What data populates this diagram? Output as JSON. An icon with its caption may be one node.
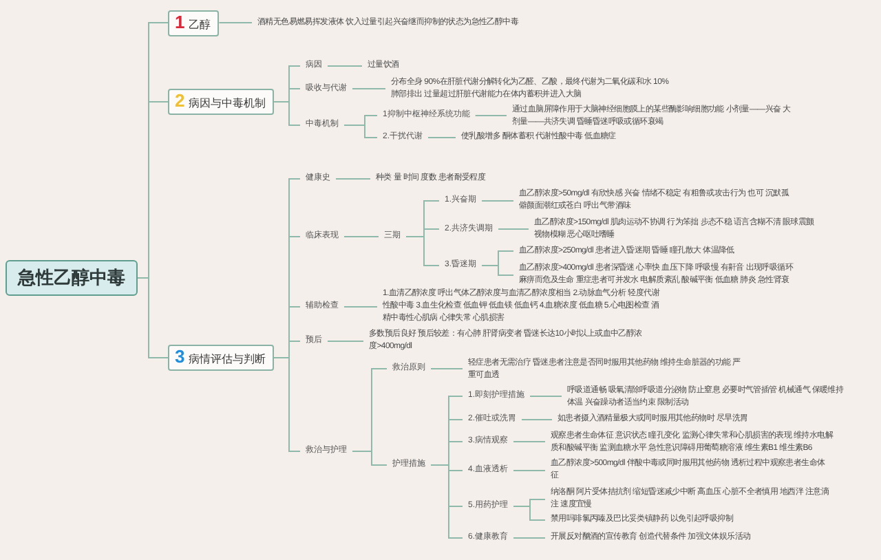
{
  "diagram": {
    "nodes": [
      {
        "text": [
          "急性乙醇中毒"
        ]
      },
      {
        "text": [
          "1",
          "乙醇"
        ]
      },
      {
        "text": [
          "酒精无色易燃易挥发液体 饮入过量引起兴奋继而抑制的状态为急性乙醇中毒"
        ]
      },
      {
        "text": [
          "2",
          "病因与中毒机制"
        ]
      },
      {
        "text": [
          "病因"
        ]
      },
      {
        "text": [
          "过量饮酒"
        ]
      },
      {
        "text": [
          "吸收与代谢"
        ]
      },
      {
        "text": [
          "分布全身 90%在肝脏代谢分解转化为乙醛、乙酸，最终代谢为二氧化碳和水 10%肺部排出 过量超过肝脏代谢能力在体内蓄积并进入大脑"
        ]
      },
      {
        "text": [
          "中毒机制"
        ]
      },
      {
        "text": [
          "1抑制中枢神经系统功能"
        ]
      },
      {
        "text": [
          "通过血脑屏障作用于大脑神经细胞膜上的某些酶影响细胞功能 小剂量——兴奋 大剂量——共济失调 昏睡昏迷呼吸或循环衰竭"
        ]
      },
      {
        "text": [
          "2.干扰代谢"
        ]
      },
      {
        "text": [
          "使乳酸增多 酮体蓄积 代谢性酸中毒 低血糖症"
        ]
      },
      {
        "text": [
          "3",
          "病情评估与判断"
        ]
      },
      {
        "text": [
          "健康史"
        ]
      },
      {
        "text": [
          "种类 量 时间 度数 患者耐受程度"
        ]
      },
      {
        "text": [
          "临床表现"
        ]
      },
      {
        "text": [
          "三期"
        ]
      },
      {
        "text": [
          "1.兴奋期"
        ]
      },
      {
        "text": [
          "血乙醇浓度>50mg/dl 有欣快感 兴奋 情绪不稳定 有粗鲁或攻击行为 也可 沉默孤僻颜面潮红或苍白 呼出气带酒味"
        ]
      },
      {
        "text": [
          "2.共济失调期"
        ]
      },
      {
        "text": [
          "血乙醇浓度>150mg/dl 肌肉运动不协调 行为笨拙 步态不稳 语言含糊不清 眼球震颤视物模糊 恶心呕吐嗜睡"
        ]
      },
      {
        "text": [
          "3.昏迷期"
        ]
      },
      {
        "text": [
          "血乙醇浓度>250mg/dl 患者进入昏迷期 昏睡 瞳孔散大 体温降低"
        ]
      },
      {
        "text": [
          "血乙醇浓度>400mg/dl 患者深昏迷 心率快 血压下降 呼吸慢 有鼾音 出现呼吸循环麻痹而危及生命 重症患者可并发水 电解质紊乱 酸碱平衡 低血糖 肺炎 急性肾衰"
        ]
      },
      {
        "text": [
          "辅助检查"
        ]
      },
      {
        "text": [
          "1.血清乙醇浓度 呼出气体乙醇浓度与血清乙醇浓度相当 2.动脉血气分析 轻度代谢性酸中毒 3.血生化检查 低血钾 低血镁 低血钙 4.血糖浓度 低血糖 5.心电图检查 酒精中毒性心肌病 心律失常 心肌损害"
        ]
      },
      {
        "text": [
          "预后"
        ]
      },
      {
        "text": [
          "多数预后良好 预后较差：有心肺 肝肾病变者 昏迷长达10小时以上或血中乙醇浓度>400mg/dl"
        ]
      },
      {
        "text": [
          "救治与护理"
        ]
      },
      {
        "text": [
          "救治原则"
        ]
      },
      {
        "text": [
          "轻症患者无需治疗 昏迷患者注意是否同时服用其他药物 维持生命脏器的功能 严重可血透"
        ]
      },
      {
        "text": [
          "护理措施"
        ]
      },
      {
        "text": [
          "1.即刻护理措施"
        ]
      },
      {
        "text": [
          "呼吸道通畅 吸氧清除呼吸道分泌物 防止窒息 必要时气管插管 机械通气 保暖维持体温 兴奋躁动者适当约束 限制活动"
        ]
      },
      {
        "text": [
          "2.催吐或洗胃"
        ]
      },
      {
        "text": [
          "如患者摄入酒精量极大或同时服用其他药物时 尽早洗胃"
        ]
      },
      {
        "text": [
          "3.病情观察"
        ]
      },
      {
        "text": [
          "观察患者生命体征 意识状态 瞳孔变化 监测心律失常和心肌损害的表现 维持水电解质和酸碱平衡 监测血糖水平 急性意识障碍用葡萄糖溶液 维生素B1 维生素B6"
        ]
      },
      {
        "text": [
          "4.血液透析"
        ]
      },
      {
        "text": [
          "血乙醇浓度>500mg/dl 伴酸中毒或同时服用其他药物 透析过程中观察患者生命体征"
        ]
      },
      {
        "text": [
          "5.用药护理"
        ]
      },
      {
        "text": [
          "纳洛酮 阿片受体拮抗剂 缩短昏迷减少中断 高血压 心脏不全者慎用 地西泮 注意滴注 速度宜慢"
        ]
      },
      {
        "text": [
          "禁用吗啡氯丙嗪及巴比妥类镇静药 以免引起呼吸抑制"
        ]
      },
      {
        "text": [
          "6.健康教育"
        ]
      },
      {
        "text": [
          "开展反对酗酒的宣传教育 创造代替条件 加强文体娱乐活动"
        ]
      }
    ],
    "edges": [
      {
        "from": 0,
        "to": 1,
        "arrow": "none"
      },
      {
        "from": 0,
        "to": 3,
        "arrow": "none"
      },
      {
        "from": 0,
        "to": 13,
        "arrow": "none"
      },
      {
        "from": 1,
        "to": 2,
        "arrow": "none"
      },
      {
        "from": 3,
        "to": 4,
        "arrow": "none"
      },
      {
        "from": 3,
        "to": 6,
        "arrow": "none"
      },
      {
        "from": 3,
        "to": 8,
        "arrow": "none"
      },
      {
        "from": 4,
        "to": 5,
        "arrow": "none"
      },
      {
        "from": 6,
        "to": 7,
        "arrow": "none"
      },
      {
        "from": 8,
        "to": 9,
        "arrow": "none"
      },
      {
        "from": 8,
        "to": 11,
        "arrow": "none"
      },
      {
        "from": 9,
        "to": 10,
        "arrow": "none"
      },
      {
        "from": 11,
        "to": 12,
        "arrow": "none"
      },
      {
        "from": 13,
        "to": 14,
        "arrow": "none"
      },
      {
        "from": 13,
        "to": 16,
        "arrow": "none"
      },
      {
        "from": 13,
        "to": 25,
        "arrow": "none"
      },
      {
        "from": 13,
        "to": 27,
        "arrow": "none"
      },
      {
        "from": 13,
        "to": 29,
        "arrow": "none"
      },
      {
        "from": 14,
        "to": 15,
        "arrow": "none"
      },
      {
        "from": 16,
        "to": 17,
        "arrow": "none"
      },
      {
        "from": 17,
        "to": 18,
        "arrow": "none"
      },
      {
        "from": 17,
        "to": 20,
        "arrow": "none"
      },
      {
        "from": 17,
        "to": 22,
        "arrow": "none"
      },
      {
        "from": 18,
        "to": 19,
        "arrow": "none"
      },
      {
        "from": 20,
        "to": 21,
        "arrow": "none"
      },
      {
        "from": 22,
        "to": 23,
        "arrow": "none"
      },
      {
        "from": 22,
        "to": 24,
        "arrow": "none"
      },
      {
        "from": 25,
        "to": 26,
        "arrow": "none"
      },
      {
        "from": 27,
        "to": 28,
        "arrow": "none"
      },
      {
        "from": 29,
        "to": 30,
        "arrow": "none"
      },
      {
        "from": 29,
        "to": 32,
        "arrow": "none"
      },
      {
        "from": 30,
        "to": 31,
        "arrow": "none"
      },
      {
        "from": 32,
        "to": 33,
        "arrow": "none"
      },
      {
        "from": 32,
        "to": 35,
        "arrow": "none"
      },
      {
        "from": 32,
        "to": 37,
        "arrow": "none"
      },
      {
        "from": 32,
        "to": 39,
        "arrow": "none"
      },
      {
        "from": 32,
        "to": 41,
        "arrow": "none"
      },
      {
        "from": 32,
        "to": 44,
        "arrow": "none"
      },
      {
        "from": 33,
        "to": 34,
        "arrow": "none"
      },
      {
        "from": 35,
        "to": 36,
        "arrow": "none"
      },
      {
        "from": 37,
        "to": 38,
        "arrow": "none"
      },
      {
        "from": 39,
        "to": 40,
        "arrow": "none"
      },
      {
        "from": 41,
        "to": 42,
        "arrow": "none"
      },
      {
        "from": 41,
        "to": 43,
        "arrow": "none"
      },
      {
        "from": 44,
        "to": 45,
        "arrow": "none"
      }
    ]
  }
}
